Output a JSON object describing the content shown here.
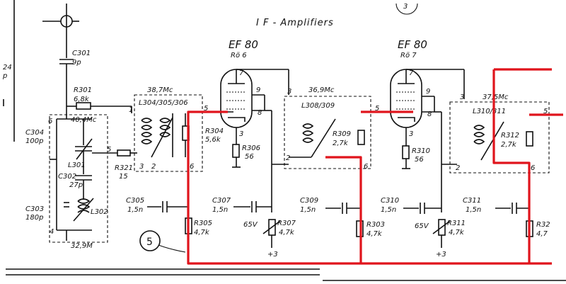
{
  "title": "I F - Amplifiers",
  "margin_labels": [
    "24",
    "p"
  ],
  "tubes": [
    {
      "name": "EF 80",
      "ref": "Rö 6"
    },
    {
      "name": "EF 80",
      "ref": "Rö 7"
    }
  ],
  "filters": [
    {
      "name": "L304/305/306",
      "freq": "38,7Mc"
    },
    {
      "name": "L308/309",
      "freq": "36,9Mc"
    },
    {
      "name": "L310/311",
      "freq": "37,5Mc"
    }
  ],
  "components": {
    "c301": {
      "name": "C301",
      "value": "9p"
    },
    "r301": {
      "name": "R301",
      "value": "6,8k"
    },
    "c304": {
      "name": "C304",
      "value": "100p"
    },
    "freq_404": "40,4Mc",
    "l301": "L301",
    "c302": {
      "name": "C302",
      "value": "27p"
    },
    "c303": {
      "name": "C303",
      "value": "180p"
    },
    "l302": "L302",
    "freq_329": "32,9M",
    "r321": {
      "name": "R321",
      "value": "15"
    },
    "r304": {
      "name": "R304",
      "value": "5,6k"
    },
    "r306": {
      "name": "R306",
      "value": "56"
    },
    "r309": {
      "name": "R309",
      "value": "2,7k"
    },
    "r310": {
      "name": "R310",
      "value": "56"
    },
    "r312": {
      "name": "R312",
      "value": "2,7k"
    },
    "c305": {
      "name": "C305",
      "value": "1,5n"
    },
    "c307": {
      "name": "C307",
      "value": "1,5n"
    },
    "c309": {
      "name": "C309",
      "value": "1,5n"
    },
    "c310": {
      "name": "C310",
      "value": "1,5n"
    },
    "c311": {
      "name": "C311",
      "value": "1,5n"
    },
    "r305": {
      "name": "R305",
      "value": "4,7k"
    },
    "r307": {
      "name": "R307",
      "value": "4,7k"
    },
    "r303": {
      "name": "R303",
      "value": "4,7k"
    },
    "r311": {
      "name": "R311",
      "value": "4,7k"
    },
    "r32x": {
      "name": "R32",
      "value": "4,7"
    },
    "v65a": "65V",
    "v65b": "65V",
    "plus3a": "+3",
    "plus3b": "+3"
  },
  "pins": {
    "p6": "6",
    "p4": "4",
    "p5a": "5",
    "p1": "1",
    "p3a": "3",
    "p2a": "2",
    "p5b": "5",
    "p6b": "6",
    "t1_7": "7",
    "t1_9": "9",
    "t1_8": "8",
    "t1_3": "3",
    "p3b": "3",
    "p2b": "2",
    "p5c": "5",
    "p6c": "6",
    "t2_7": "7",
    "t2_9": "9",
    "t2_8": "8",
    "t2_3": "3",
    "p3c": "3",
    "p2c": "2",
    "p5d": "5",
    "p6d": "6"
  },
  "callout": "5",
  "corner_mark": "3",
  "colors": {
    "ink": "#111111",
    "highlight": "#e0141c"
  }
}
